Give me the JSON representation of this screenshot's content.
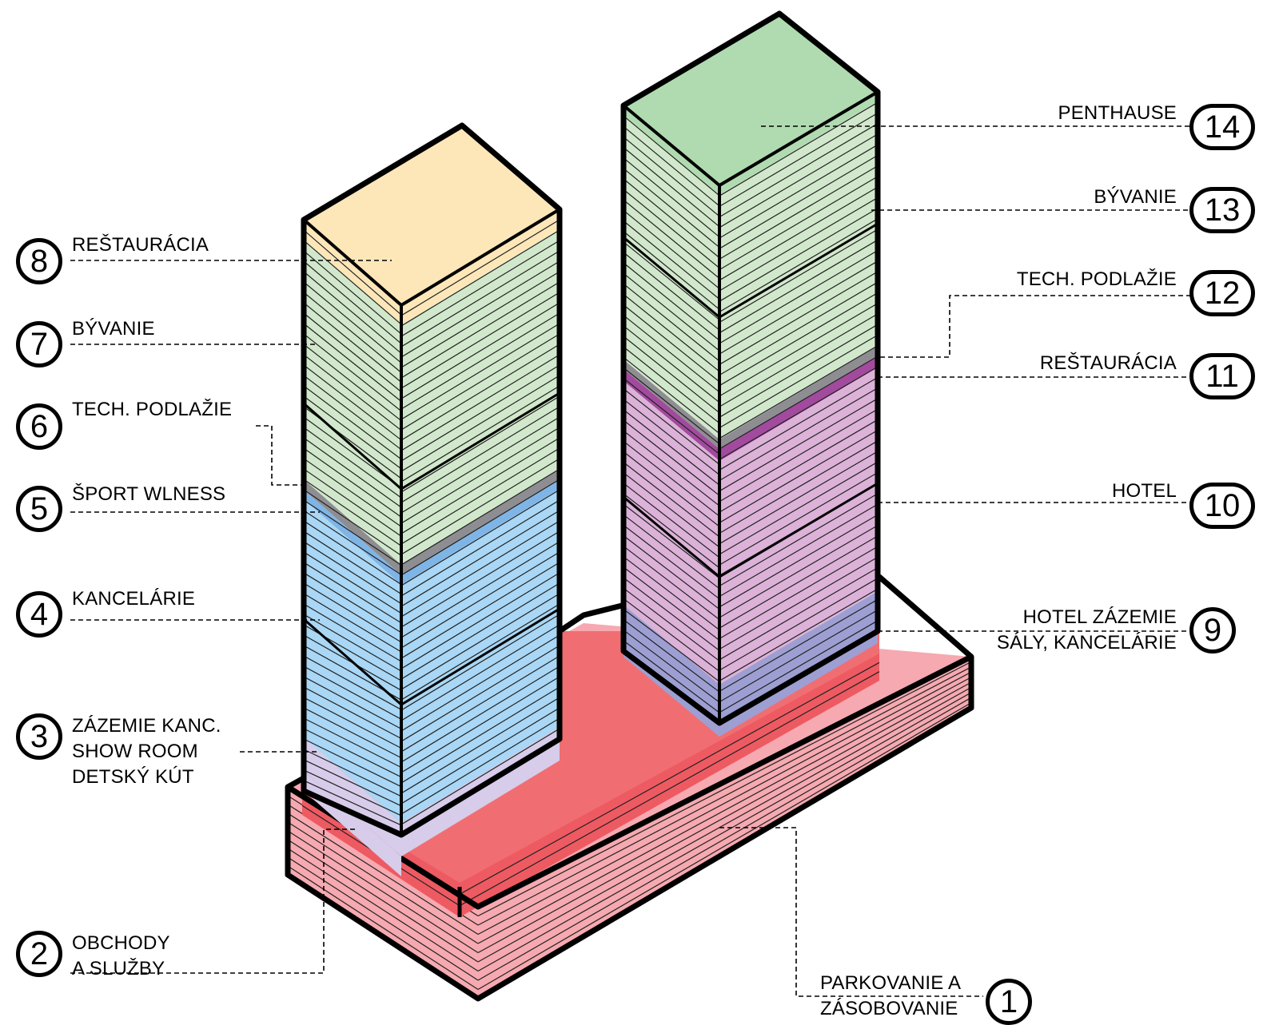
{
  "palette": {
    "outline": "#000000",
    "podium_side": "#f6a9b0",
    "podium_top": "#f06e72",
    "podium_front": "#ee5a62",
    "office_blue": "#a9d7f5",
    "office_lilac": "#d7ccea",
    "sport_blue": "#7fb5e6",
    "tech_gray": "#8e8e92",
    "housing_green": "#d2e8cc",
    "restaurant_yellow": "#fde7b9",
    "hotel_pink": "#dcb2d8",
    "restaurant_purple": "#a24a9d",
    "hotel_support_violet": "#9d9fd3",
    "penthouse_green": "#b0dbb0"
  },
  "labels": {
    "l1": {
      "number": "1",
      "lines": [
        "PARKOVANIE A",
        "ZÁSOBOVANIE"
      ]
    },
    "l2": {
      "number": "2",
      "lines": [
        "OBCHODY",
        "A SLUŽBY"
      ]
    },
    "l3": {
      "number": "3",
      "lines": [
        "ZÁZEMIE KANC.",
        "SHOW ROOM",
        "DETSKÝ KÚT"
      ]
    },
    "l4": {
      "number": "4",
      "lines": [
        "KANCELÁRIE"
      ]
    },
    "l5": {
      "number": "5",
      "lines": [
        "ŠPORT WLNESS"
      ]
    },
    "l6": {
      "number": "6",
      "lines": [
        "TECH. PODLAŽIE"
      ]
    },
    "l7": {
      "number": "7",
      "lines": [
        "BÝVANIE"
      ]
    },
    "l8": {
      "number": "8",
      "lines": [
        "REŠTAURÁCIA"
      ]
    },
    "l9": {
      "number": "9",
      "lines": [
        "HOTEL ZÁZEMIE",
        "SÁLY, KANCELÁRIE"
      ]
    },
    "l10": {
      "number": "10",
      "lines": [
        "HOTEL"
      ]
    },
    "l11": {
      "number": "11",
      "lines": [
        "REŠTAURÁCIA"
      ]
    },
    "l12": {
      "number": "12",
      "lines": [
        "TECH. PODLAŽIE"
      ]
    },
    "l13": {
      "number": "13",
      "lines": [
        "BÝVANIE"
      ]
    },
    "l14": {
      "number": "14",
      "lines": [
        "PENTHAUSE"
      ]
    }
  }
}
